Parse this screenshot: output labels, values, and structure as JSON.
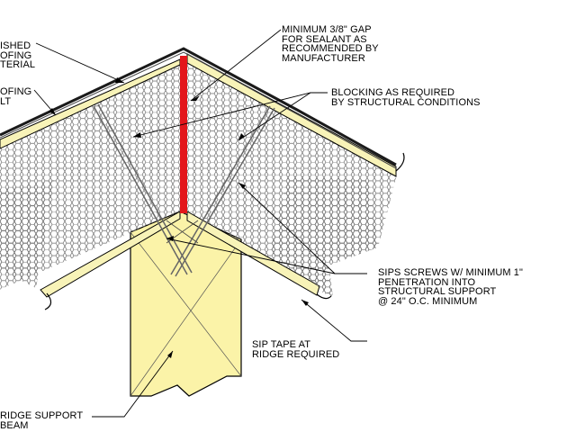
{
  "labels": {
    "finished_roofing": "ISHED\nOFING\nTERIAL",
    "roofing_felt": "OFING\nLT",
    "sealant_gap": "MINIMUM 3/8\" GAP\nFOR SEALANT AS\nRECOMMENDED BY\nMANUFACTURER",
    "blocking": "BLOCKING AS REQUIRED\nBY STRUCTURAL CONDITIONS",
    "sips_screws": "SIPS SCREWS W/ MINIMUM 1\"\nPENETRATION INTO\nSTRUCTURAL SUPPORT\n@ 24\" O.C. MINIMUM",
    "sip_tape": "SIP TAPE AT\nRIDGE REQUIRED",
    "ridge_beam": "RIDGE SUPPORT\nBEAM"
  },
  "colors": {
    "osb": "#f8f3b8",
    "beam": "#fbf3a8",
    "foam": "#d9d9d9",
    "sealant": "#e3161b",
    "roofing": "#1a1a1a",
    "line": "#000000"
  }
}
